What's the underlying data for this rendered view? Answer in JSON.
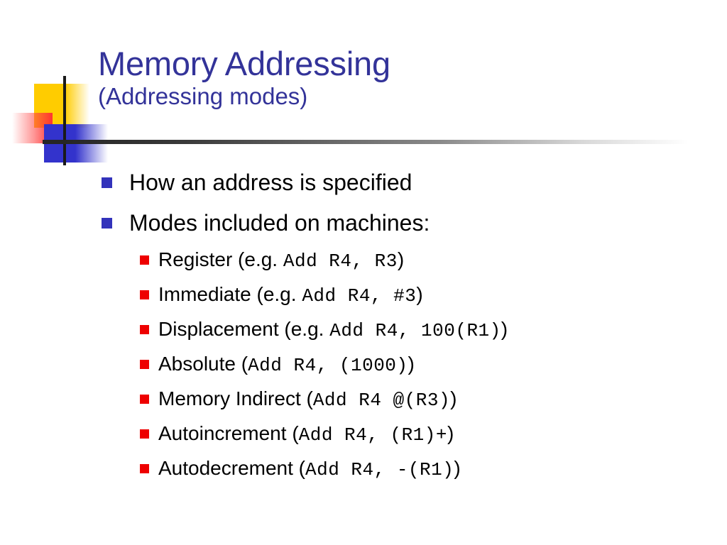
{
  "slide": {
    "title": "Memory Addressing",
    "subtitle": "(Addressing modes)",
    "title_color": "#333399",
    "rule_color": "#262626",
    "background_color": "#ffffff"
  },
  "decoration": {
    "yellow_color": "#FFCC00",
    "red_color": "#FF3333",
    "blue_color": "#3333CC",
    "line_color": "#1a1a1a"
  },
  "bullets": {
    "level1_marker_color": "#3333BB",
    "level2_marker_color": "#EE0000",
    "items": [
      {
        "level": 1,
        "text": "How an address is specified"
      },
      {
        "level": 2,
        "text": "Modes included on machines:"
      }
    ]
  },
  "modes": [
    {
      "label": "Register (e.g. ",
      "code": "Add R4, R3",
      "tail": ")"
    },
    {
      "label": "Immediate (e.g. ",
      "code": "Add R4, #3",
      "tail": ")"
    },
    {
      "label": "Displacement (e.g. ",
      "code": "Add R4, 100(R1)",
      "tail": ")"
    },
    {
      "label": "Absolute (",
      "code": "Add R4, (1000)",
      "tail": ")"
    },
    {
      "label": "Memory Indirect (",
      "code": "Add R4 @(R3)",
      "tail": ")"
    },
    {
      "label": "Autoincrement (",
      "code": "Add R4, (R1)+",
      "tail": ")"
    },
    {
      "label": "Autodecrement (",
      "code": "Add R4, -(R1)",
      "tail": ")"
    }
  ]
}
